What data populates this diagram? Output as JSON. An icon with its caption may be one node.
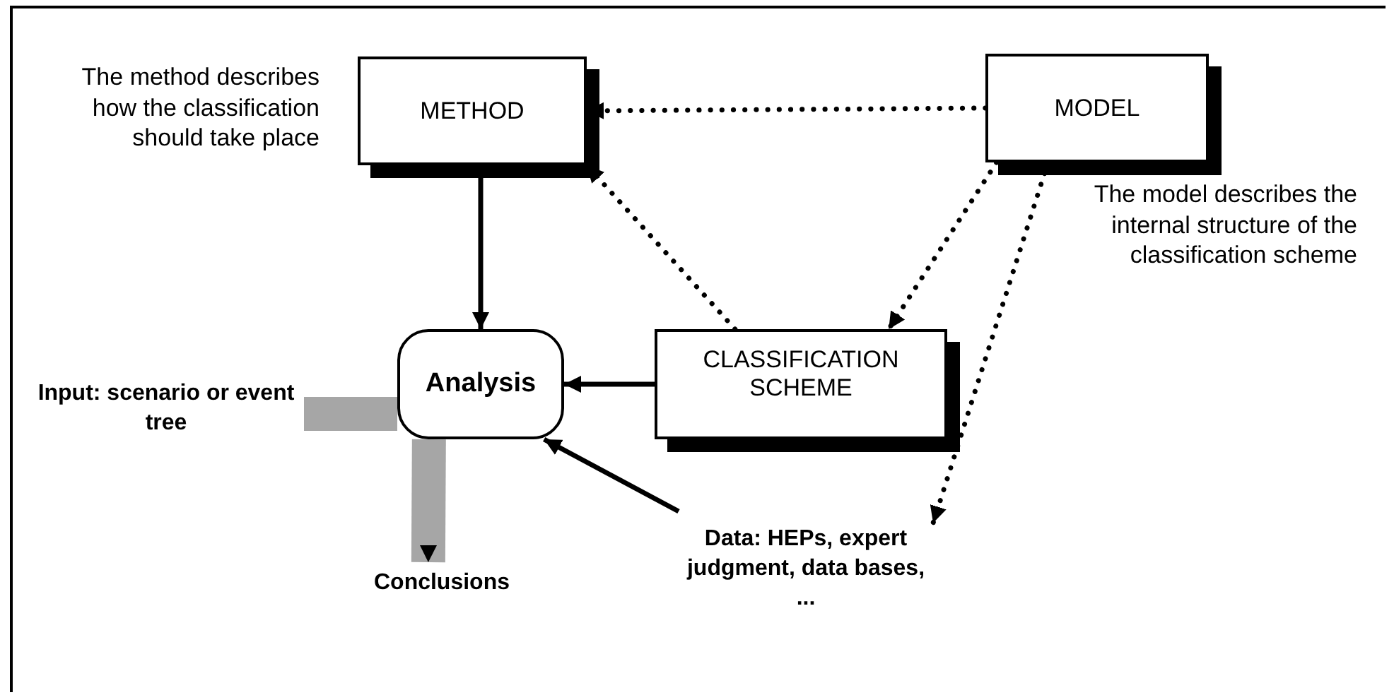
{
  "diagram": {
    "nodes": [
      {
        "text": [
          "METHOD"
        ],
        "beside": [
          "The method describes how the classification should take place"
        ]
      },
      {
        "text": [
          "MODEL"
        ],
        "beside": [
          "The model describes the internal structure of the classification scheme"
        ]
      },
      {
        "text": [
          "Analysis"
        ]
      },
      {
        "text": [
          "CLASSIFICATION SCHEME"
        ]
      },
      {
        "text": [
          "Input: scenario or event tree"
        ]
      },
      {
        "text": [
          "Conclusions"
        ]
      },
      {
        "text": [
          "Data: HEPs, expert judgment, data bases, ..."
        ]
      }
    ],
    "edges": [
      {
        "from": 1,
        "to": 0,
        "arrow": "to",
        "style": "dashed"
      },
      {
        "from": 3,
        "to": 0,
        "arrow": "to",
        "style": "dashed"
      },
      {
        "from": 1,
        "to": 3,
        "arrow": "to",
        "style": "dashed"
      },
      {
        "from": 1,
        "to": 6,
        "arrow": "to",
        "style": "dashed"
      },
      {
        "from": 0,
        "to": 2,
        "arrow": "to"
      },
      {
        "from": 3,
        "to": 2,
        "arrow": "to"
      },
      {
        "from": 6,
        "to": 2,
        "arrow": "to"
      },
      {
        "from": 4,
        "to": 2,
        "arrow": "none",
        "style": "thick",
        "color": "#a6a6a6"
      },
      {
        "from": 2,
        "to": 5,
        "arrow": "to",
        "style": "thick",
        "color": "#a6a6a6"
      }
    ]
  }
}
